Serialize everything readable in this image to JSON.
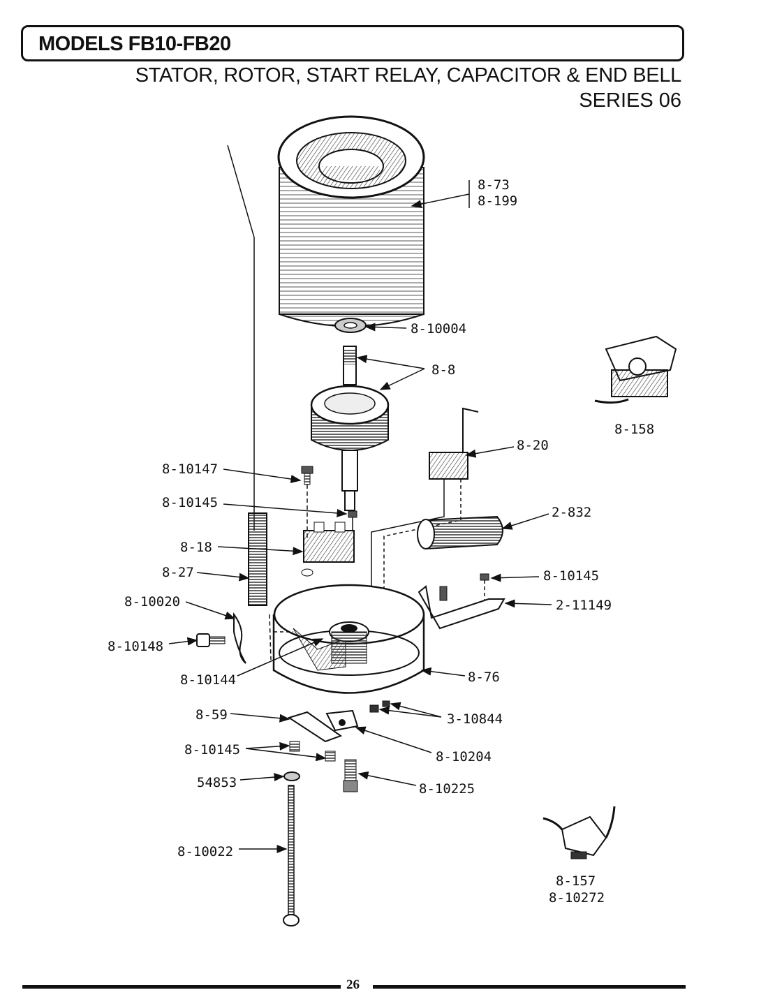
{
  "header": {
    "models": "MODELS FB10-FB20",
    "subtitle": "STATOR, ROTOR, START RELAY, CAPACITOR & END BELL",
    "series": "SERIES 06"
  },
  "parts": {
    "stator_a": "8-73",
    "stator_b": "8-199",
    "washer_top": "8-10004",
    "rotor": "8-8",
    "relay_alt": "8-158",
    "switch": "8-20",
    "screw_10147": "8-10147",
    "screw_10145_a": "8-10145",
    "capacitor": "2-832",
    "relay": "8-18",
    "spring": "8-27",
    "screw_10145_b": "8-10145",
    "fan_10020": "8-10020",
    "bracket_11149": "2-11149",
    "screw_10148": "8-10148",
    "fan_10144": "8-10144",
    "end_bell": "8-76",
    "clip_59": "8-59",
    "screw_10844": "3-10844",
    "screw_10145_c": "8-10145",
    "clamp_10204": "8-10204",
    "washer_54853": "54853",
    "bolt_10225": "8-10225",
    "thru_bolt": "8-10022",
    "protector_157": "8-157",
    "protector_10272": "8-10272"
  },
  "footer": {
    "page_number": "26"
  }
}
